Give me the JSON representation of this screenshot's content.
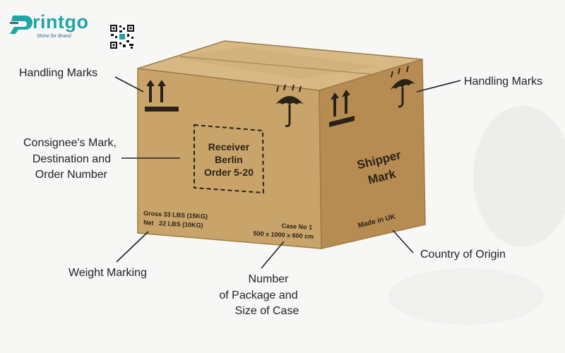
{
  "brand": {
    "name_rest": "rintgo",
    "tagline": "Shine for Brand",
    "accent_color": "#1fa7a6"
  },
  "labels": {
    "handling_left": "Handling Marks",
    "handling_right": "Handling Marks",
    "consignee": [
      "Consignee's Mark,",
      "Destination and",
      "Order Number"
    ],
    "weight": "Weight Marking",
    "package": [
      "Number",
      "of Package and",
      "Size of Case"
    ],
    "origin": "Country of Origin"
  },
  "box": {
    "receiver": [
      "Receiver",
      "Berlin",
      "Order 5-20"
    ],
    "gross": "Gross 33 LBS (15KG)",
    "net": "Net   22 LBS (10KG)",
    "case_no": "Case No 1",
    "case_size": "500 x 1000 x 600 cm",
    "shipper": [
      "Shipper",
      "Mark"
    ],
    "made_in": "Made in UK",
    "color_front": "#c9a46a",
    "color_side": "#b68c52",
    "color_top": "#d8b985"
  },
  "icons": [
    "this-way-up-icon",
    "keep-dry-umbrella-icon",
    "qr-code-icon",
    "printgo-logo-icon"
  ]
}
